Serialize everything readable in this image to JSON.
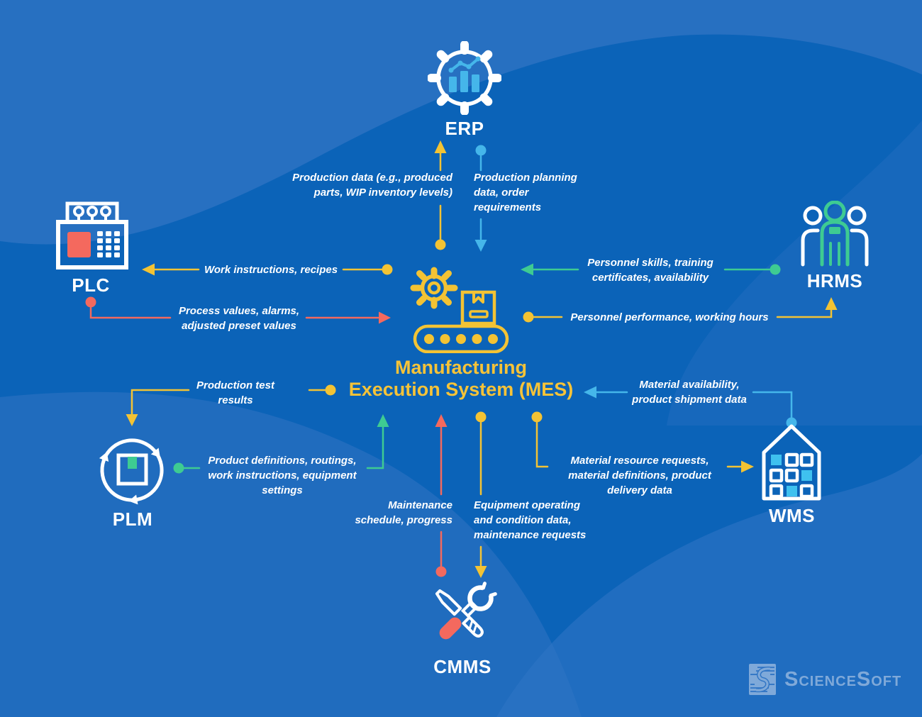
{
  "title": {
    "line1": "Manufacturing",
    "line2": "Execution System (MES)"
  },
  "systems": {
    "erp": {
      "label": "ERP"
    },
    "plc": {
      "label": "PLC"
    },
    "hrms": {
      "label": "HRMS"
    },
    "plm": {
      "label": "PLM"
    },
    "wms": {
      "label": "WMS"
    },
    "cmms": {
      "label": "CMMS"
    }
  },
  "flows": {
    "mes_to_erp": {
      "from": "MES",
      "to": "ERP",
      "color": "yellow",
      "lines": [
        "Production data (e.g., produced",
        "parts, WIP inventory levels)"
      ]
    },
    "erp_to_mes": {
      "from": "ERP",
      "to": "MES",
      "color": "blue",
      "lines": [
        "Production planning",
        "data, order",
        "requirements"
      ]
    },
    "mes_to_plc": {
      "from": "MES",
      "to": "PLC",
      "color": "yellow",
      "lines": [
        "Work instructions, recipes"
      ]
    },
    "plc_to_mes": {
      "from": "PLC",
      "to": "MES",
      "color": "red",
      "lines": [
        "Process values, alarms,",
        "adjusted preset values"
      ]
    },
    "hrms_to_mes": {
      "from": "HRMS",
      "to": "MES",
      "color": "green",
      "lines": [
        "Personnel skills, training",
        "certificates, availability"
      ]
    },
    "mes_to_hrms": {
      "from": "MES",
      "to": "HRMS",
      "color": "yellow",
      "lines": [
        "Personnel performance, working hours"
      ]
    },
    "mes_to_plm": {
      "from": "MES",
      "to": "PLM",
      "color": "yellow",
      "lines": [
        "Production test",
        "results"
      ]
    },
    "plm_to_mes": {
      "from": "PLM",
      "to": "MES",
      "color": "green",
      "lines": [
        "Product definitions, routings,",
        "work instructions, equipment",
        "settings"
      ]
    },
    "wms_to_mes": {
      "from": "WMS",
      "to": "MES",
      "color": "blue",
      "lines": [
        "Material availability,",
        "product shipment data"
      ]
    },
    "mes_to_wms": {
      "from": "MES",
      "to": "WMS",
      "color": "yellow",
      "lines": [
        "Material resource requests,",
        "material definitions, product",
        "delivery data"
      ]
    },
    "cmms_to_mes": {
      "from": "CMMS",
      "to": "MES",
      "color": "red",
      "lines": [
        "Maintenance",
        "schedule, progress"
      ]
    },
    "mes_to_cmms": {
      "from": "MES",
      "to": "CMMS",
      "color": "yellow",
      "lines": [
        "Equipment operating",
        "and condition data,",
        "maintenance requests"
      ]
    }
  },
  "branding": {
    "logo_text": "ScienceSoft"
  },
  "colors": {
    "background": "#0b63b8",
    "background_light": "#2d72c2",
    "accent_yellow": "#f3c334",
    "accent_blue": "#45b6ea",
    "accent_red": "#f4695e",
    "accent_green": "#3ecb92",
    "icon_blue": "#3fc1ef",
    "logo_blue": "#7fa9d9",
    "text_white": "#ffffff",
    "title_yellow": "#f6c338"
  }
}
